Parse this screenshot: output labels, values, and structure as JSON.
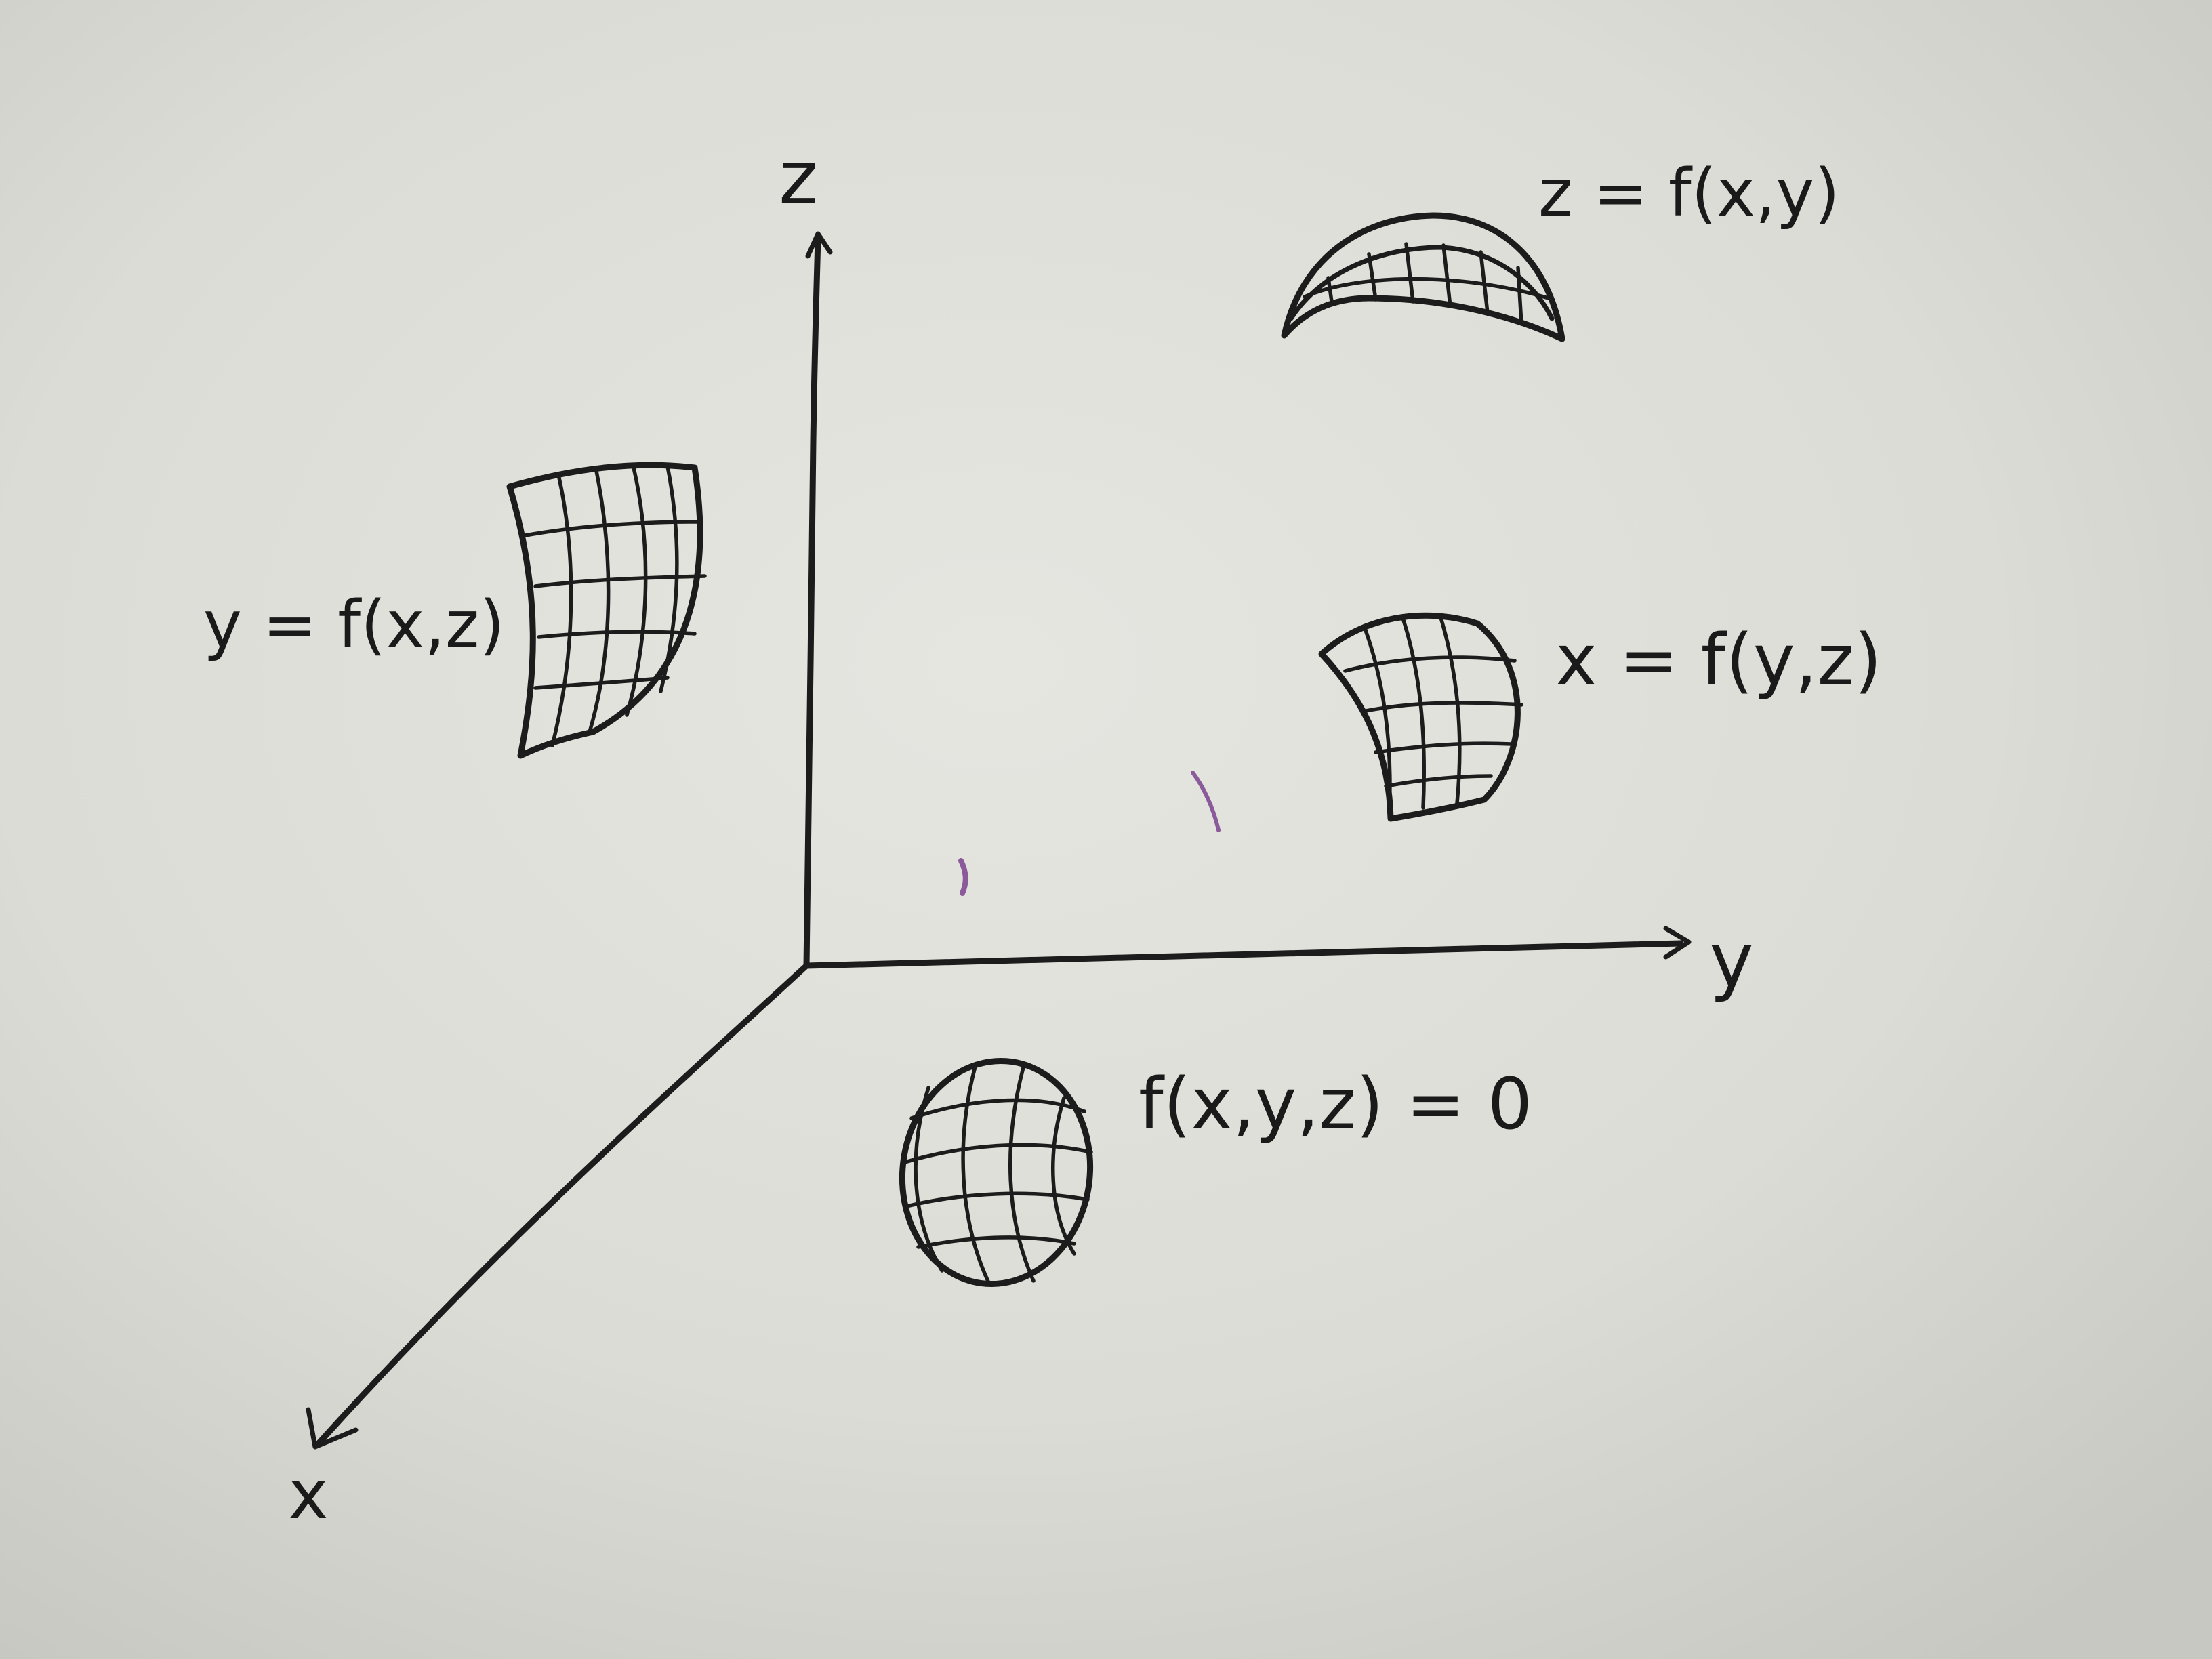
{
  "axes": {
    "x_label": "x",
    "y_label": "y",
    "z_label": "z"
  },
  "surfaces": {
    "z_of_xy": {
      "label": "z = f(x,y)"
    },
    "y_of_xz": {
      "label": "y = f(x,z)"
    },
    "x_of_yz": {
      "label": "x = f(y,z)"
    },
    "implicit": {
      "label": "f(x,y,z) = 0"
    }
  },
  "colors": {
    "paper": "#dcdcd6",
    "ink": "#1c1c1c",
    "smudge": "#8a5a9a"
  }
}
